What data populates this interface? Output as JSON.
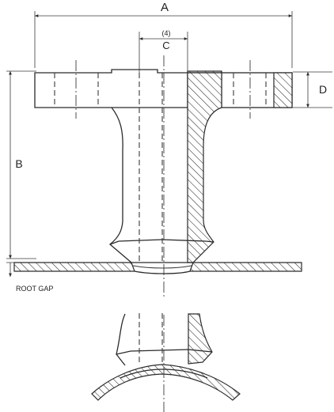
{
  "labels": {
    "dim_a": "A",
    "dim_b": "B",
    "dim_c": "C",
    "dim_c_note": "(4)",
    "dim_d": "D",
    "root_gap": "ROOT GAP"
  }
}
